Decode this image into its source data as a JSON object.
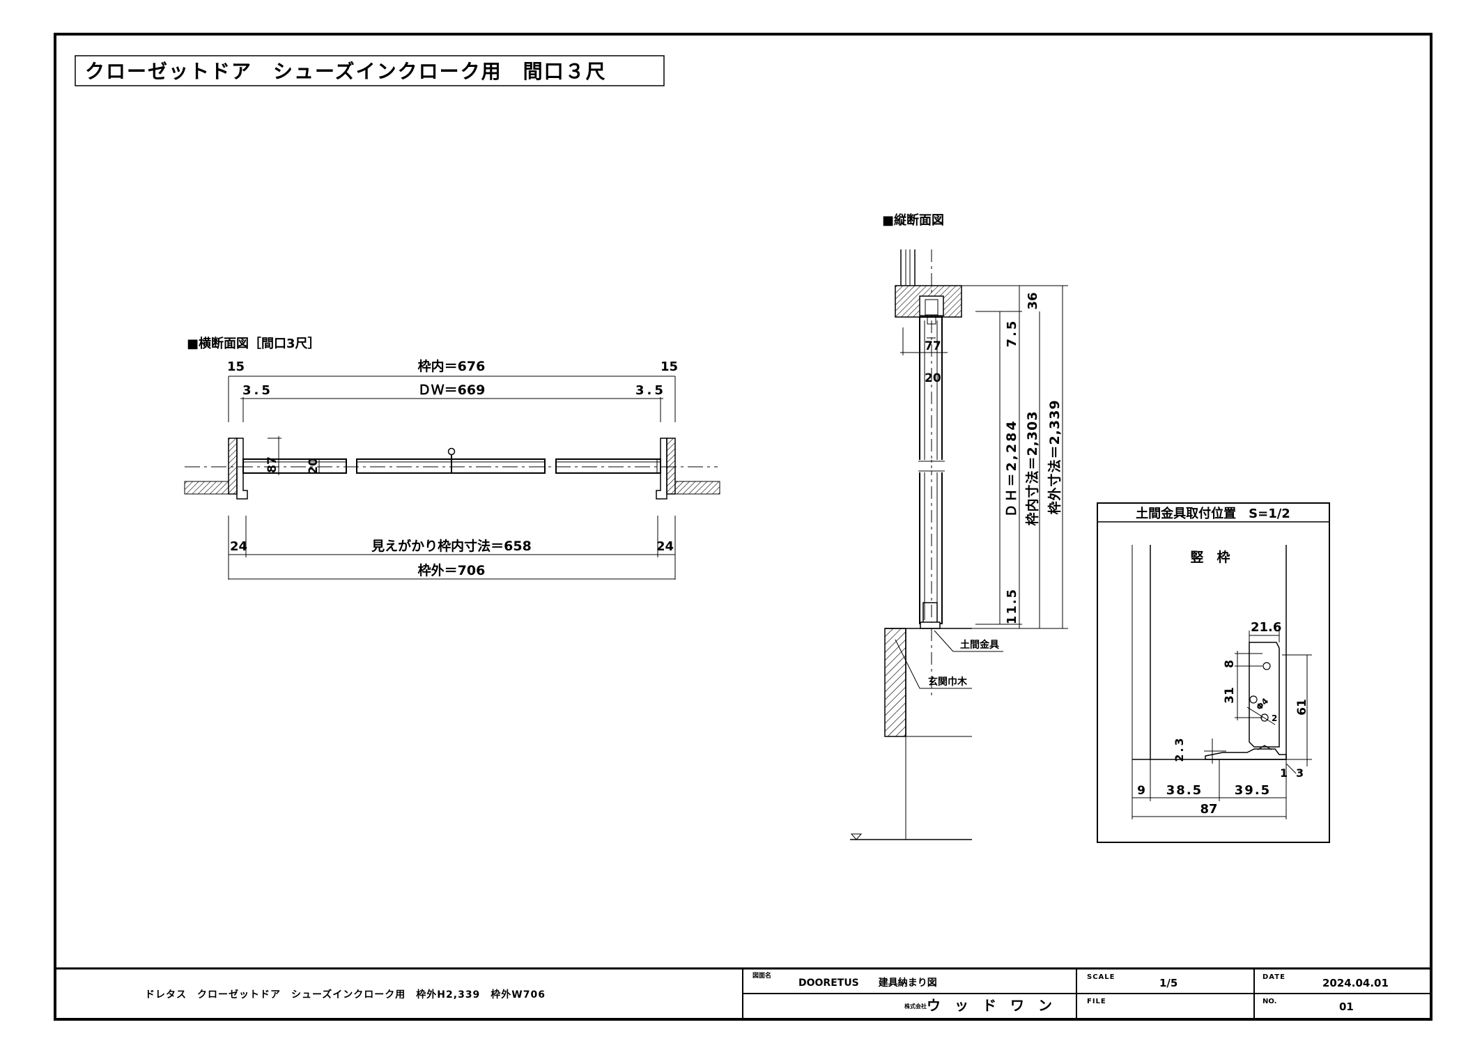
{
  "title_block": {
    "heading": "クローゼットドア　シューズインクローク用　間口３尺"
  },
  "horizontal_section": {
    "label": "■横断面図［間口3尺］",
    "dim_left_15": "15",
    "dim_right_15": "15",
    "dim_frame_inner": "枠内＝676",
    "dim_left_3_5": "3.5",
    "dim_right_3_5": "3.5",
    "dim_dw": "ＤＷ＝669",
    "dim_87": "87",
    "dim_20": "20",
    "dim_left_24": "24",
    "dim_right_24": "24",
    "dim_visible_inner": "見えがかり枠内寸法＝658",
    "dim_frame_outer": "枠外＝706"
  },
  "vertical_section": {
    "label": "■縦断面図",
    "dim_36": "36",
    "dim_7_5": "7.5",
    "dim_dh": "ＤＨ＝2,284",
    "dim_inner": "枠内寸法＝2,303",
    "dim_outer": "枠外寸法＝2,339",
    "dim_11_5": "11.5",
    "dim_77": "77",
    "dim_20": "20",
    "callout_hardware": "土間金具",
    "callout_skirting": "玄関巾木"
  },
  "detail": {
    "title": "土間金具取付位置　S=1/2",
    "jamb_label": "竪　枠",
    "dim_21_6": "21.6",
    "dim_8": "8",
    "dim_31": "31",
    "dim_61": "61",
    "dim_2_3": "2.3",
    "dim_1": "1",
    "dim_3": "3",
    "dim_9": "9",
    "dim_38_5": "38.5",
    "dim_39_5": "39.5",
    "dim_87": "87",
    "dim_phi": "Φ4",
    "dim_2": "2"
  },
  "footer": {
    "description": "ドレタス　クローゼットドア　シューズインクローク用　枠外H2,339　枠外W706",
    "drawing_name_label": "図面名",
    "drawing_name_value": "DOORETUS　　建具納まり図",
    "company_prefix": "株式会社",
    "company_name": "ウ　ッ　ド　ワ　ン",
    "scale_label": "SCALE",
    "scale_value": "1/5",
    "file_label": "FILE",
    "date_label": "DATE",
    "date_value": "2024.04.01",
    "no_label": "NO.",
    "no_value": "01"
  }
}
